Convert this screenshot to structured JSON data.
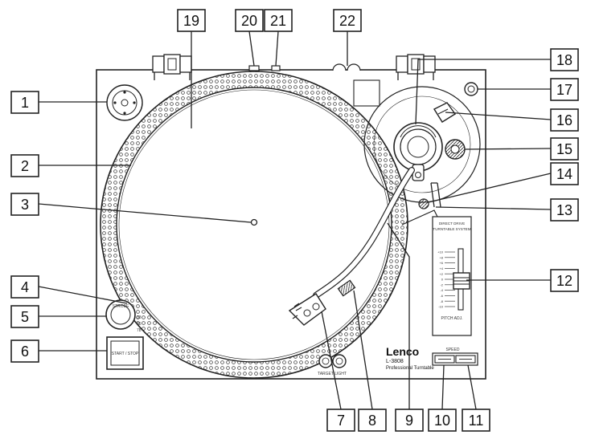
{
  "brand": {
    "name": "Lenco",
    "model": "L-3808",
    "tagline": "Professional Turntable"
  },
  "panel_labels": {
    "start_stop": "START / STOP",
    "target_light": "TARGET LIGHT",
    "speed": "SPEED",
    "pitch_adj": "PITCH ADJ.",
    "system_line1": "DIRECT DRIVE",
    "system_line2": "TURNTABLE SYSTEM",
    "rpm_33": "33",
    "rpm_45": "45",
    "rpm_78": "78"
  },
  "pitch_scale": [
    "+10",
    "+8",
    "+6",
    "+4",
    "+2",
    "0",
    "-2",
    "-4",
    "-6",
    "-8",
    "-10"
  ],
  "callouts": [
    "1",
    "2",
    "3",
    "4",
    "5",
    "6",
    "7",
    "8",
    "9",
    "10",
    "11",
    "12",
    "13",
    "14",
    "15",
    "16",
    "17",
    "18",
    "19",
    "20",
    "21",
    "22"
  ],
  "colors": {
    "line": "#222222",
    "fill": "#ffffff",
    "hatch": "#444444"
  }
}
